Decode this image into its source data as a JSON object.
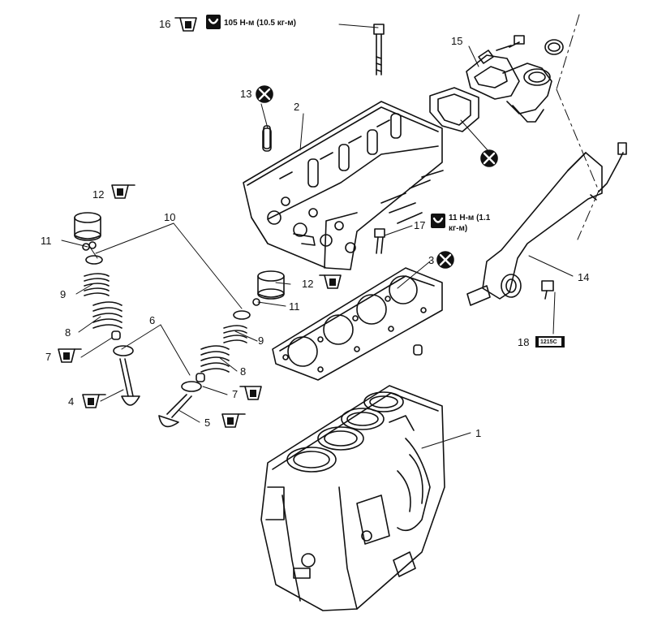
{
  "parts": [
    {
      "num": "1"
    },
    {
      "num": "2"
    },
    {
      "num": "3"
    },
    {
      "num": "4"
    },
    {
      "num": "5"
    },
    {
      "num": "6"
    },
    {
      "num": "7"
    },
    {
      "num": "7"
    },
    {
      "num": "8"
    },
    {
      "num": "8"
    },
    {
      "num": "9"
    },
    {
      "num": "9"
    },
    {
      "num": "10"
    },
    {
      "num": "11"
    },
    {
      "num": "11"
    },
    {
      "num": "12"
    },
    {
      "num": "12"
    },
    {
      "num": "13"
    },
    {
      "num": "14"
    },
    {
      "num": "15"
    },
    {
      "num": "16"
    },
    {
      "num": "17"
    },
    {
      "num": "18"
    }
  ],
  "torque": {
    "bolt16": "105 Н-м (10.5 кг-м)",
    "bolt17_line1": "11 Н-м (1.1",
    "bolt17_line2": "кг-м)"
  },
  "sealant_code": "1215C",
  "icons": {
    "replace": "x-circle-icon",
    "oil": "oil-can-icon",
    "torque": "torque-wrench-icon"
  },
  "colors": {
    "line": "#111111",
    "background": "#ffffff"
  }
}
